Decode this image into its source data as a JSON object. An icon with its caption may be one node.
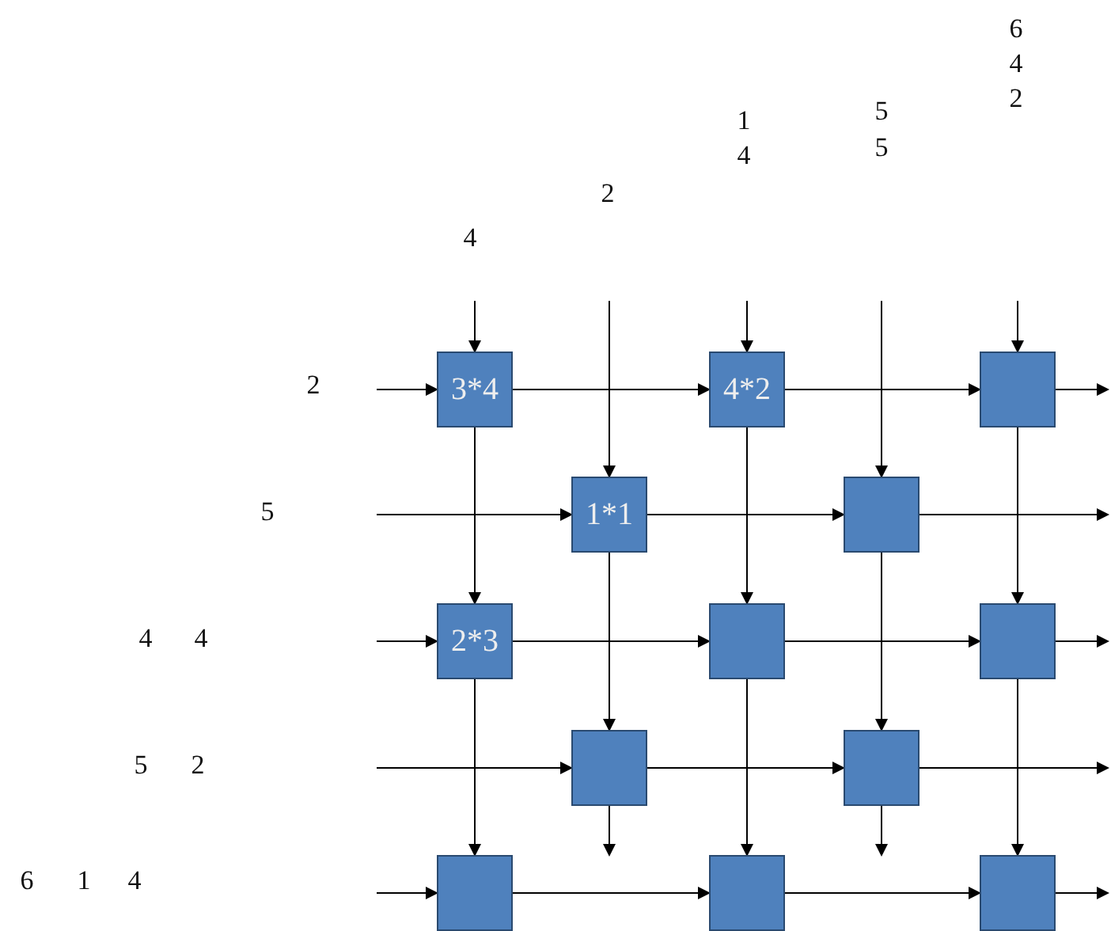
{
  "diagram": {
    "nodes": [
      {
        "text": [
          "3*4"
        ]
      },
      {
        "text": [
          "4*2"
        ]
      },
      {
        "text": [],
        "shape": "box"
      },
      {
        "text": [
          "1*1"
        ]
      },
      {
        "text": [],
        "shape": "box"
      },
      {
        "text": [
          "2*3"
        ]
      },
      {
        "text": [],
        "shape": "box"
      },
      {
        "text": [],
        "shape": "box"
      },
      {
        "text": [],
        "shape": "box"
      },
      {
        "text": [],
        "shape": "box"
      },
      {
        "text": [],
        "shape": "box"
      },
      {
        "text": [],
        "shape": "box"
      },
      {
        "text": [],
        "shape": "box"
      }
    ],
    "edges": [
      {
        "from": null,
        "to": 0,
        "arrow": "to"
      },
      {
        "from": 0,
        "to": 5,
        "arrow": "to"
      },
      {
        "from": 5,
        "to": 10,
        "arrow": "to"
      },
      {
        "from": null,
        "to": 3,
        "arrow": "to"
      },
      {
        "from": 3,
        "to": 8,
        "arrow": "to"
      },
      {
        "from": 8,
        "to": null,
        "arrow": "to"
      },
      {
        "from": null,
        "to": 1,
        "arrow": "to"
      },
      {
        "from": 1,
        "to": 6,
        "arrow": "to"
      },
      {
        "from": 6,
        "to": 11,
        "arrow": "to"
      },
      {
        "from": null,
        "to": 4,
        "arrow": "to"
      },
      {
        "from": 4,
        "to": 9,
        "arrow": "to"
      },
      {
        "from": 9,
        "to": null,
        "arrow": "to"
      },
      {
        "from": null,
        "to": 2,
        "arrow": "to"
      },
      {
        "from": 2,
        "to": 7,
        "arrow": "to"
      },
      {
        "from": 7,
        "to": 12,
        "arrow": "to"
      },
      {
        "from": null,
        "to": 0,
        "arrow": "to"
      },
      {
        "from": 0,
        "to": 1,
        "arrow": "to"
      },
      {
        "from": 1,
        "to": 2,
        "arrow": "to"
      },
      {
        "from": 2,
        "to": null,
        "arrow": "to"
      },
      {
        "from": null,
        "to": 3,
        "arrow": "to"
      },
      {
        "from": 3,
        "to": 4,
        "arrow": "to"
      },
      {
        "from": 4,
        "to": null,
        "arrow": "to"
      },
      {
        "from": null,
        "to": 5,
        "arrow": "to"
      },
      {
        "from": 5,
        "to": 6,
        "arrow": "to"
      },
      {
        "from": 6,
        "to": 7,
        "arrow": "to"
      },
      {
        "from": 7,
        "to": null,
        "arrow": "to"
      },
      {
        "from": null,
        "to": 8,
        "arrow": "to"
      },
      {
        "from": 8,
        "to": 9,
        "arrow": "to"
      },
      {
        "from": 9,
        "to": null,
        "arrow": "to"
      },
      {
        "from": null,
        "to": 10,
        "arrow": "to"
      },
      {
        "from": 10,
        "to": 11,
        "arrow": "to"
      },
      {
        "from": 11,
        "to": 12,
        "arrow": "to"
      },
      {
        "from": 12,
        "to": null,
        "arrow": "to"
      }
    ],
    "labels": [
      "4",
      "2",
      "1",
      "4",
      "5",
      "5",
      "6",
      "4",
      "2",
      "2",
      "5",
      "4",
      "4",
      "5",
      "2",
      "6",
      "1",
      "4"
    ]
  }
}
